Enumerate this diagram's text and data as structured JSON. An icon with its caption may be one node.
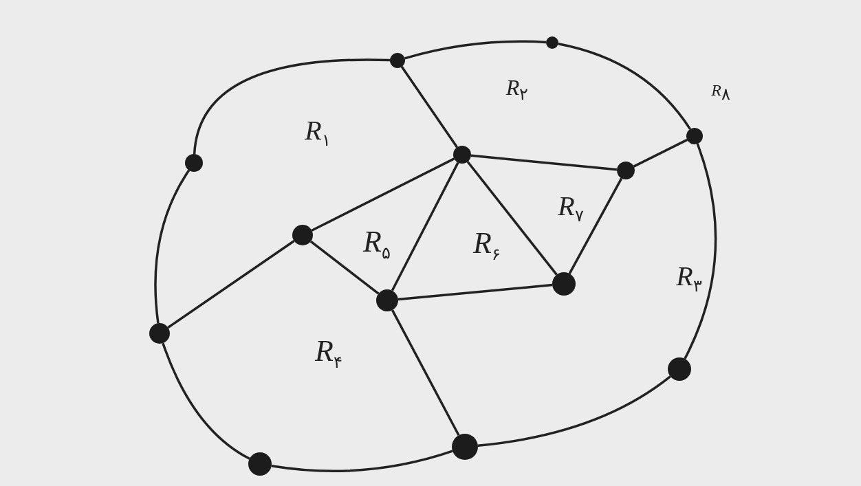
{
  "diagram": {
    "nodes": [
      {
        "text": [],
        "shape": "circle"
      },
      {
        "text": [],
        "shape": "circle"
      },
      {
        "text": [],
        "shape": "circle"
      },
      {
        "text": [],
        "shape": "circle"
      },
      {
        "text": [],
        "shape": "circle"
      },
      {
        "text": [],
        "shape": "circle"
      },
      {
        "text": [],
        "shape": "circle"
      },
      {
        "text": [],
        "shape": "circle"
      },
      {
        "text": [],
        "shape": "circle"
      },
      {
        "text": [],
        "shape": "circle"
      },
      {
        "text": [],
        "shape": "circle"
      },
      {
        "text": [],
        "shape": "circle"
      },
      {
        "text": [],
        "shape": "circle"
      }
    ],
    "edges": [
      {
        "from": 1,
        "to": 0,
        "arrow": "none"
      },
      {
        "from": 0,
        "to": 2,
        "arrow": "none"
      },
      {
        "from": 2,
        "to": 10,
        "arrow": "none"
      },
      {
        "from": 10,
        "to": 11,
        "arrow": "none"
      },
      {
        "from": 11,
        "to": 12,
        "arrow": "none"
      },
      {
        "from": 12,
        "to": 9,
        "arrow": "none"
      },
      {
        "from": 9,
        "to": 4,
        "arrow": "none"
      },
      {
        "from": 4,
        "to": 1,
        "arrow": "none"
      },
      {
        "from": 1,
        "to": 3,
        "arrow": "none"
      },
      {
        "from": 3,
        "to": 5,
        "arrow": "none"
      },
      {
        "from": 5,
        "to": 2,
        "arrow": "none"
      },
      {
        "from": 3,
        "to": 6,
        "arrow": "none"
      },
      {
        "from": 6,
        "to": 9,
        "arrow": "none"
      },
      {
        "from": 6,
        "to": 8,
        "arrow": "none"
      },
      {
        "from": 3,
        "to": 8,
        "arrow": "none"
      },
      {
        "from": 3,
        "to": 7,
        "arrow": "none"
      },
      {
        "from": 5,
        "to": 7,
        "arrow": "none"
      },
      {
        "from": 8,
        "to": 7,
        "arrow": "none"
      },
      {
        "from": 8,
        "to": 11,
        "arrow": "none"
      }
    ],
    "labels": [
      "R$_{۲}$",
      "R$_{۸}$",
      "R$_{۱}$",
      "R$_{۷}$",
      "R$_{۵}$",
      "R$_{۶}$",
      "R$_{۳}$",
      "R$_{۴}$"
    ]
  }
}
